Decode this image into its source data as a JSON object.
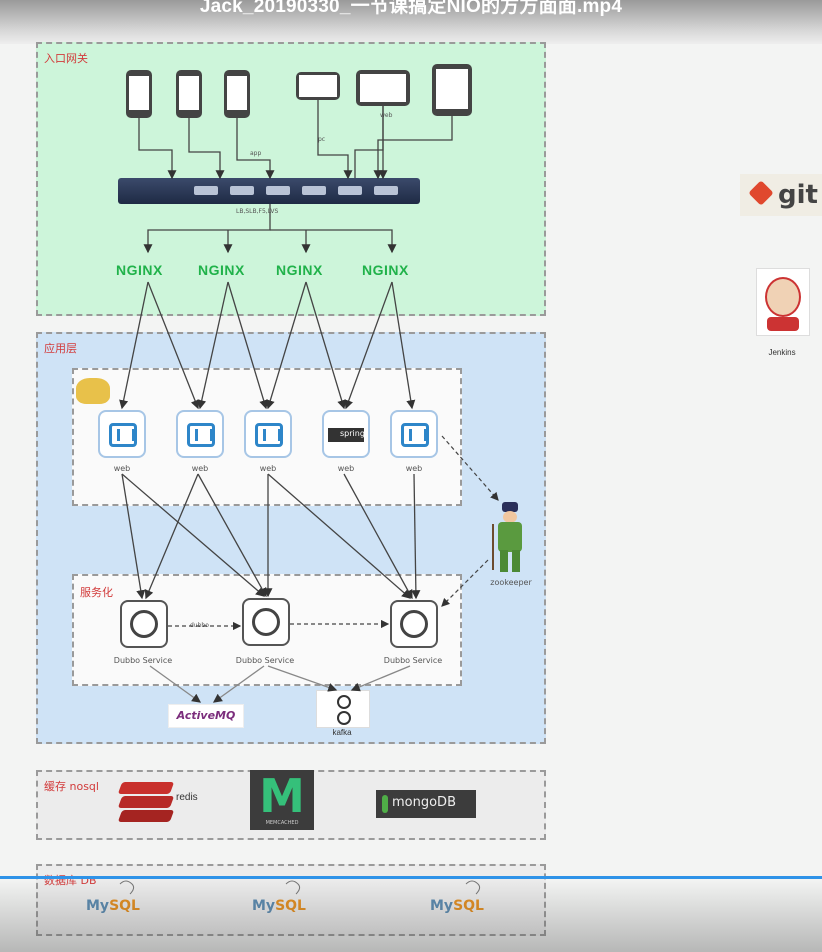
{
  "video": {
    "title": "Jack_20190330_一节课搞定NIO的方方面面.mp4"
  },
  "layers": {
    "gateway": "入口网关",
    "app": "应用层",
    "service": "服务化",
    "cache": "缓存 nosql",
    "db": "数据库 DB"
  },
  "switch_label": "LB,SLB,F5,LVS",
  "device_tags": [
    "app",
    "pc",
    "web"
  ],
  "nginx_label": "NGINX",
  "web_nodes": [
    "web",
    "web",
    "web",
    "web",
    "web"
  ],
  "dubbo_label": "dubbo",
  "dubbo_services": [
    "Dubbo Service",
    "Dubbo Service",
    "Dubbo Service"
  ],
  "zookeeper": "zookeeper",
  "mq": {
    "activemq": "ActiveMQ",
    "kafka": "kafka"
  },
  "nosql": {
    "redis": "redis",
    "memcached": "MEMCACHED",
    "mongodb": "mongoDB"
  },
  "mysql": {
    "my": "My",
    "sql": "SQL"
  },
  "tools": {
    "git": "git",
    "jenkins": "Jenkins"
  },
  "spring_label": "spring",
  "colors": {
    "gateway_bg": "#cdf5da",
    "app_bg": "#cfe3f6",
    "nginx": "#20b24a",
    "progress": "#2f93e8"
  }
}
